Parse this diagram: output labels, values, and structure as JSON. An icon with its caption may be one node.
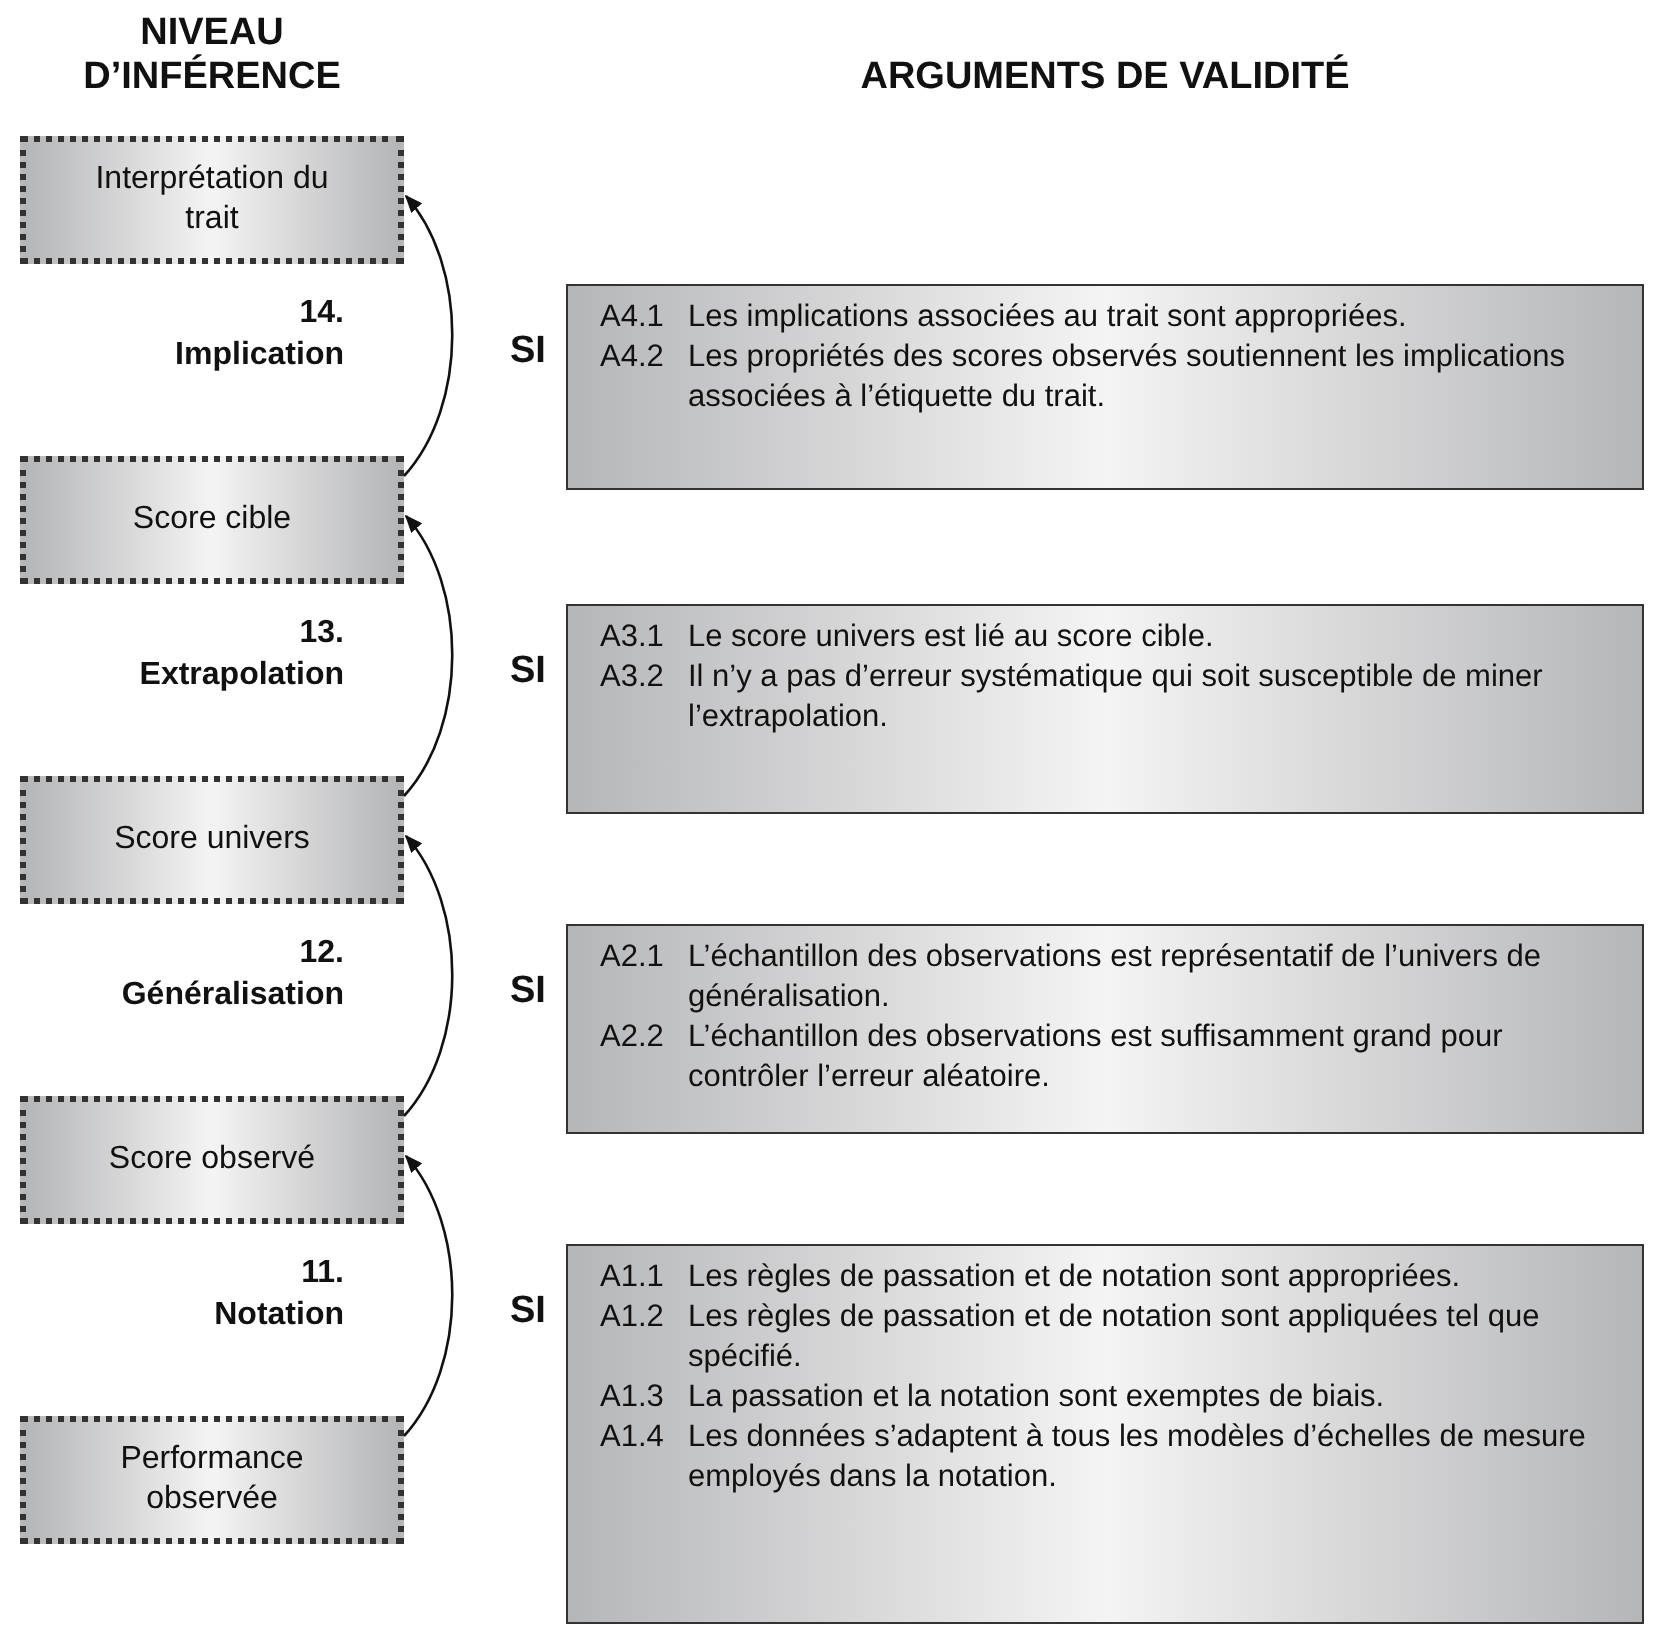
{
  "diagram": {
    "nodes": [
      {
        "text": [
          "Interprétation du trait"
        ]
      },
      {
        "text": [
          "A4.1",
          "Les implications associées au trait sont appropriées.",
          "A4.2",
          "Les propriétés des scores observés soutiennent les implications associées à l’étiquette du trait."
        ]
      },
      {
        "text": [
          "Score cible"
        ]
      },
      {
        "text": [
          "A3.1",
          "Le score univers est lié au score cible.",
          "A3.2",
          "Il n’y a pas d’erreur systématique qui soit susceptible de miner l’extrapolation."
        ]
      },
      {
        "text": [
          "Score univers"
        ]
      },
      {
        "text": [
          "A2.1",
          "L’échantillon des observations est représentatif de l’univers de généralisation.",
          "A2.2",
          "L’échantillon des observations est suffisamment grand pour contrôler l’erreur aléatoire."
        ]
      },
      {
        "text": [
          "Score observé"
        ]
      },
      {
        "text": [
          "A1.1",
          "Les règles de passation et de notation sont appropriées.",
          "A1.2",
          "Les règles de passation et de notation sont appliquées tel que spécifié.",
          "A1.3",
          "La passation et la notation sont exemptes de biais.",
          "A1.4",
          "Les données s’adaptent à tous les modèles d’échelles de mesure employés dans la notation."
        ]
      },
      {
        "text": [
          "Performance observée"
        ]
      }
    ],
    "edges": [
      {
        "from": 8,
        "to": 6,
        "arrow": "to",
        "label": "11. Notation"
      },
      {
        "from": 6,
        "to": 4,
        "arrow": "to",
        "label": "12. Généralisation"
      },
      {
        "from": 4,
        "to": 2,
        "arrow": "to",
        "label": "13. Extrapolation"
      },
      {
        "from": 2,
        "to": 0,
        "arrow": "to",
        "label": "14. Implication"
      }
    ],
    "labels": [
      "NIVEAU D’INFÉRENCE",
      "ARGUMENTS DE VALIDITÉ",
      "SI",
      "SI",
      "SI",
      "SI"
    ]
  }
}
